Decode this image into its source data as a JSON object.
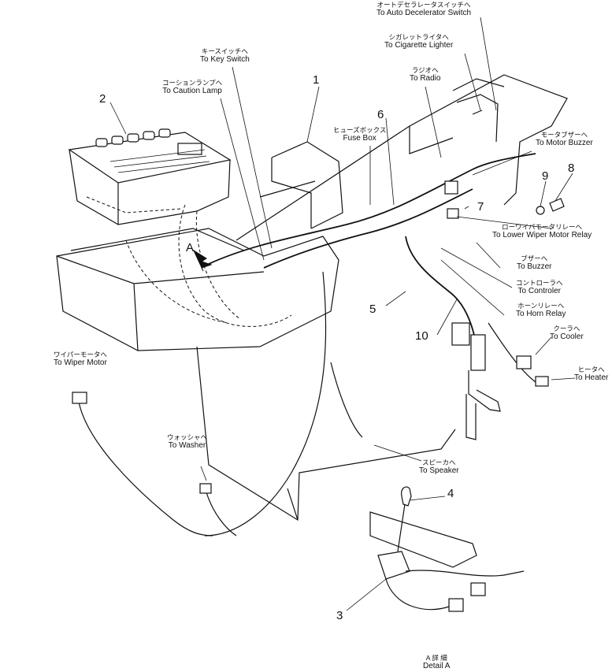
{
  "labels": {
    "auto_decel": {
      "jp": "オートデセラレータスイッチへ",
      "en": "To Auto Decelerator Switch"
    },
    "cigarette": {
      "jp": "シガレットライタへ",
      "en": "To Cigarette Lighter"
    },
    "key_switch": {
      "jp": "キースイッチへ",
      "en": "To Key Switch"
    },
    "radio": {
      "jp": "ラジオへ",
      "en": "To Radio"
    },
    "caution_lamp": {
      "jp": "コーションランプへ",
      "en": "To Caution Lamp"
    },
    "fuse_box": {
      "jp": "ヒューズボックス",
      "en": "Fuse Box"
    },
    "motor_buzzer": {
      "jp": "モータブザーへ",
      "en": "To Motor Buzzer"
    },
    "lower_wiper": {
      "jp": "ローワイパモータリレーへ",
      "en": "To Lower Wiper Motor Relay"
    },
    "buzzer": {
      "jp": "ブザーへ",
      "en": "To Buzzer"
    },
    "controller": {
      "jp": "コントローラへ",
      "en": "To Controler"
    },
    "horn_relay": {
      "jp": "ホーンリレーへ",
      "en": "To Horn Relay"
    },
    "cooler": {
      "jp": "クーラへ",
      "en": "To Cooler"
    },
    "heater": {
      "jp": "ヒータへ",
      "en": "To Heater"
    },
    "wiper_motor": {
      "jp": "ワイパーモータへ",
      "en": "To Wiper Motor"
    },
    "washer": {
      "jp": "ウォッシャへ",
      "en": "To Washer"
    },
    "speaker": {
      "jp": "スピーカへ",
      "en": "To Speaker"
    },
    "detail": {
      "jp": "A 詳 細",
      "en": "Detail A"
    }
  },
  "callouts": {
    "n1": "1",
    "n2": "2",
    "n3": "3",
    "n4": "4",
    "n5": "5",
    "n6": "6",
    "n7": "7",
    "n8": "8",
    "n9": "9",
    "n10": "10",
    "detail_marker": "A"
  }
}
